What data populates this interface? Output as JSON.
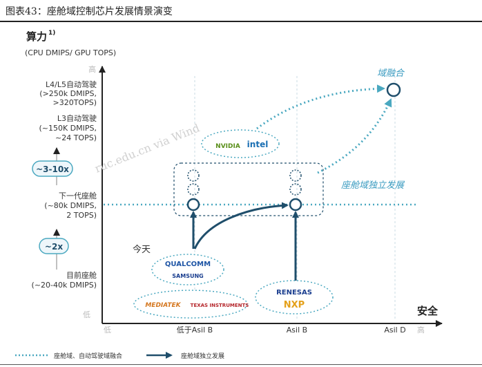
{
  "figure_title": "图表43：座舱域控制芯片发展情景演变",
  "y_axis": {
    "title": "算力",
    "title_superscript": "1)",
    "unit": "(CPU DMIPS/ GPU TOPS)",
    "high": "高",
    "low": "低",
    "levels": [
      {
        "lines": [
          "L4/L5自动驾驶",
          "(>250k DMIPS,",
          ">320TOPS)"
        ]
      },
      {
        "lines": [
          "L3自动驾驶",
          "(~150K DMIPS,",
          "~24 TOPS)"
        ]
      },
      {
        "lines": [
          "下一代座舱",
          "(~80k DMIPS,",
          "2 TOPS)"
        ]
      },
      {
        "lines": [
          "目前座舱",
          "(~20-40k DMIPS)"
        ]
      }
    ],
    "multipliers": [
      "~3-10x",
      "~2x"
    ]
  },
  "x_axis": {
    "title": "安全",
    "low": "低",
    "high": "高",
    "ticks": [
      "低于Asil B",
      "Asil B",
      "Asil D"
    ]
  },
  "annotations": {
    "domain_fusion": "域融合",
    "cockpit_independent": "座舱域独立发展",
    "today": "今天"
  },
  "vendors": {
    "gpu_group": [
      "NVIDIA",
      "intel"
    ],
    "cockpit_group": [
      "QUALCOMM",
      "SAMSUNG"
    ],
    "low_group": [
      "MEDIATEK",
      "TEXAS INSTRUMENTS"
    ],
    "safety_group": [
      "RENESAS",
      "NXP"
    ]
  },
  "legend": [
    {
      "label": "座舱域、自动驾驶域融合",
      "style": "dotted"
    },
    {
      "label": "座舱域独立发展",
      "style": "solid-arrow"
    }
  ],
  "watermark": "ruc.edu.cn via Wind",
  "colors": {
    "teal": "#4aa8c0",
    "navy": "#1f4e6b",
    "accent_text": "#3a9bc0",
    "axis": "#222222"
  }
}
